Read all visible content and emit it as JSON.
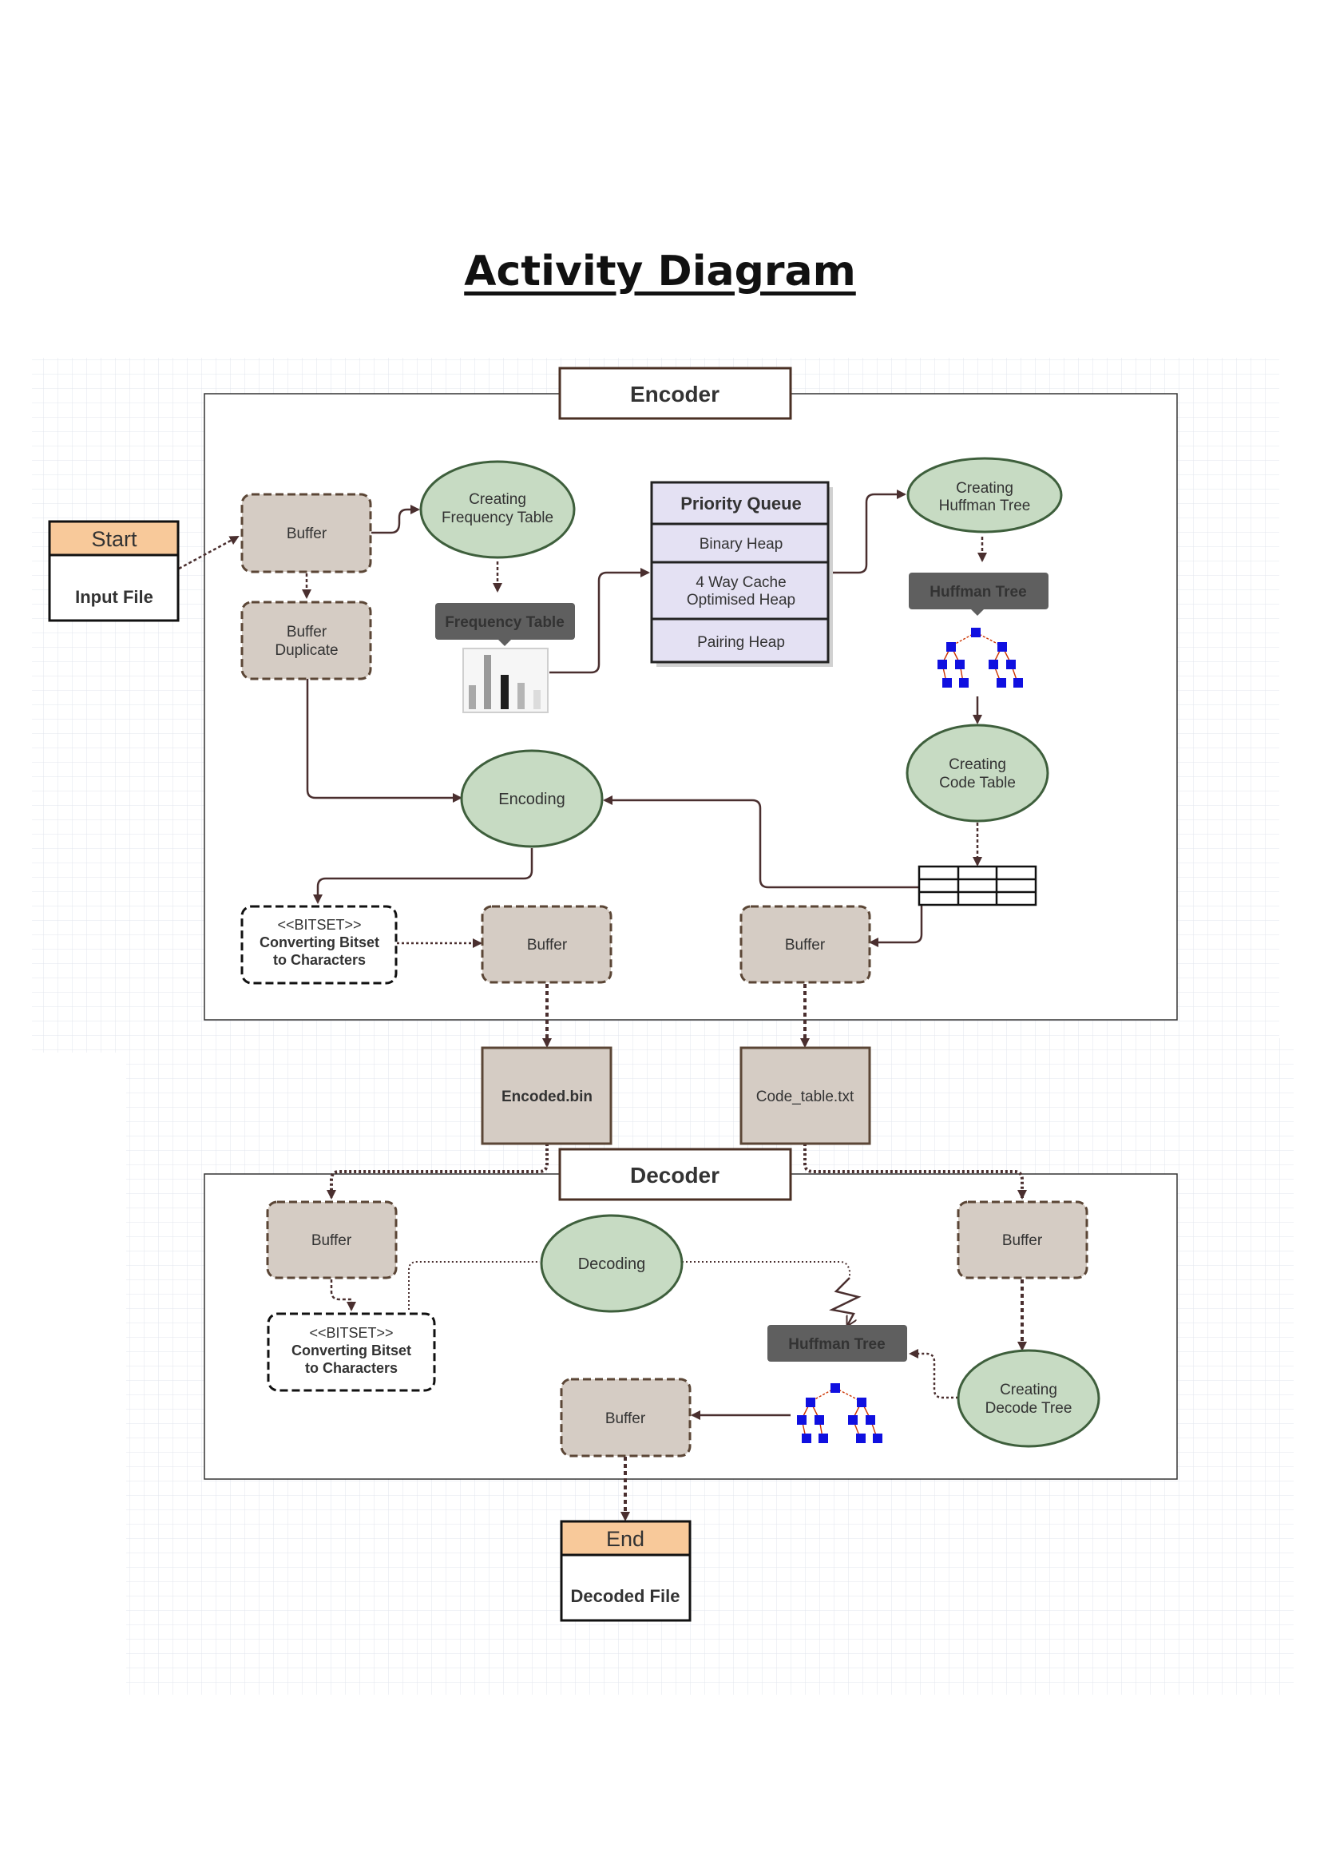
{
  "title": "Activity Diagram",
  "encoder": {
    "label": "Encoder",
    "start": {
      "header": "Start",
      "body": "Input File"
    },
    "buffer_in": "Buffer",
    "buffer_dup": [
      "Buffer",
      "Duplicate"
    ],
    "creating_freq": [
      "Creating",
      "Frequency Table"
    ],
    "freq_table_label": "Frequency Table",
    "priority_queue": {
      "title": "Priority Queue",
      "rows": [
        [
          "Binary Heap"
        ],
        [
          "4 Way Cache",
          "Optimised Heap"
        ],
        [
          "Pairing Heap"
        ]
      ]
    },
    "creating_huffman": [
      "Creating",
      "Huffman Tree"
    ],
    "huffman_tree_label": "Huffman Tree",
    "creating_code_table": [
      "Creating",
      "Code Table"
    ],
    "encoding": "Encoding",
    "bitset": [
      "<<BITSET>>",
      "Converting Bitset",
      "to Characters"
    ],
    "buffer_out_left": "Buffer",
    "buffer_out_right": "Buffer"
  },
  "files": {
    "encoded": "Encoded.bin",
    "code_table": "Code_table.txt"
  },
  "decoder": {
    "label": "Decoder",
    "buffer_left": "Buffer",
    "bitset": [
      "<<BITSET>>",
      "Converting Bitset",
      "to Characters"
    ],
    "decoding": "Decoding",
    "buffer_right": "Buffer",
    "huffman_tree_label": "Huffman Tree",
    "creating_decode": [
      "Creating",
      "Decode Tree"
    ],
    "buffer_bottom": "Buffer",
    "end": {
      "header": "End",
      "body": "Decoded File"
    }
  },
  "colors": {
    "node_fill": "#d5ccc4",
    "node_border": "#5b4636",
    "ellipse_fill": "#c7dbc3",
    "ellipse_border": "#3e5f3c",
    "arrow": "#4a2f2f",
    "start_header": "#f8c99a",
    "tag_fill": "#5f5f5f",
    "queue_fill": "#e4e1f3",
    "pairing_text": "#a3526e",
    "tree_node": "#1010e0",
    "tree_edge": "#cc3300"
  }
}
